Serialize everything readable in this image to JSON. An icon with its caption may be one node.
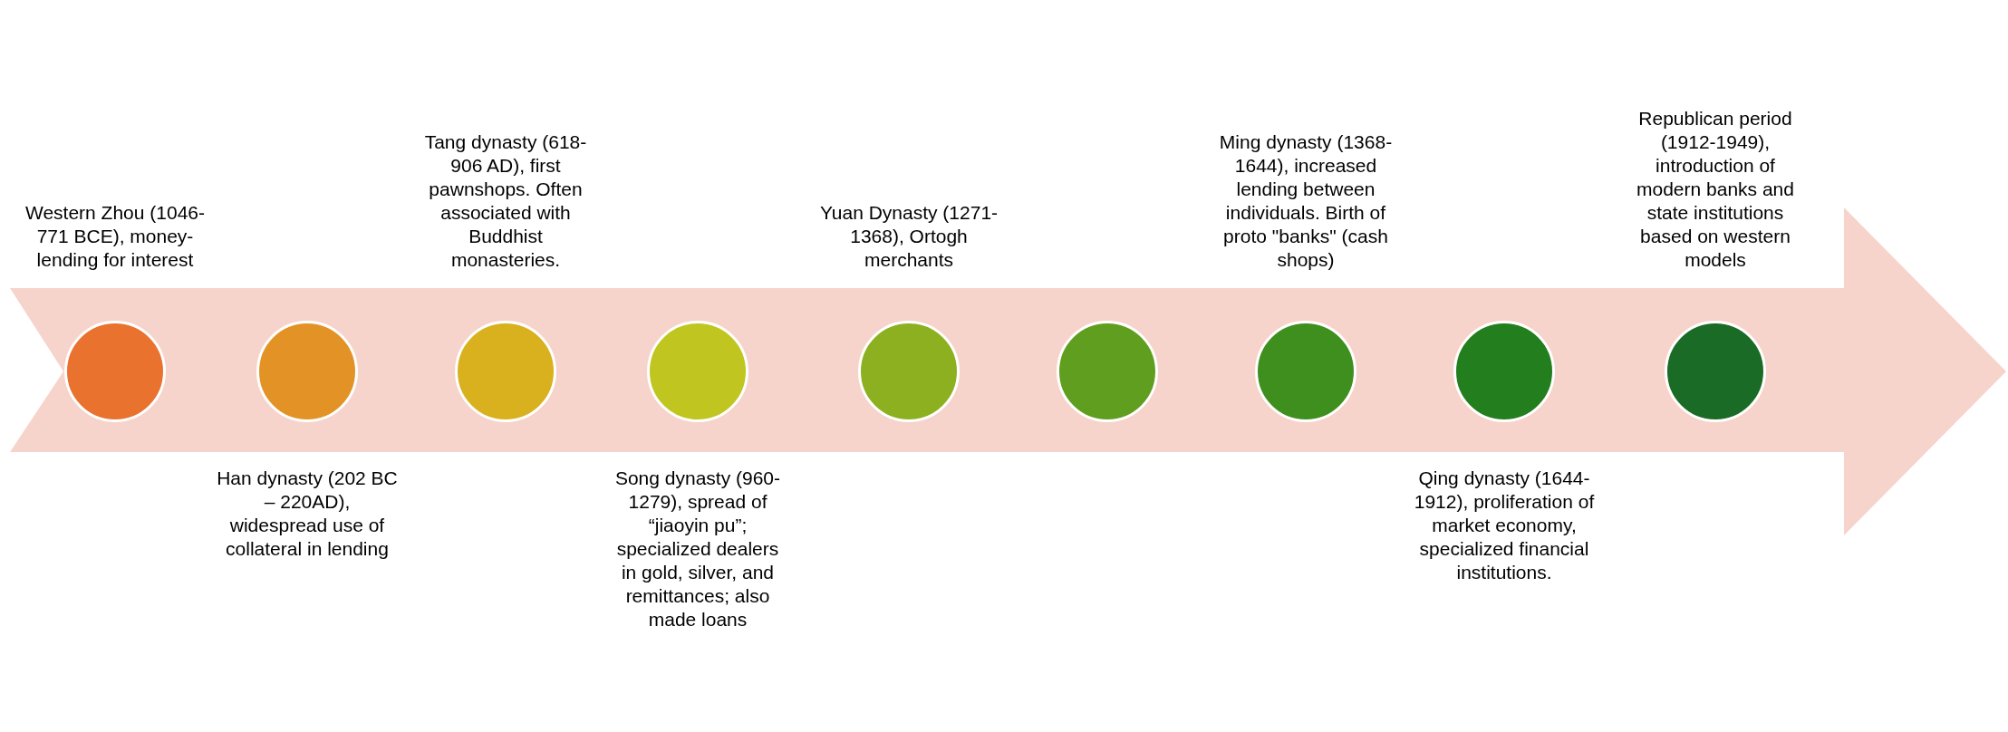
{
  "diagram": {
    "nodes": [
      {
        "text": [],
        "shape": "circle",
        "beside": [
          "Western Zhou (1046-771 BCE), money-lending for interest"
        ]
      },
      {
        "text": [],
        "shape": "circle",
        "beside": [
          "Han dynasty (202 BC – 220AD), widespread use of collateral in lending"
        ]
      },
      {
        "text": [],
        "shape": "circle",
        "beside": [
          "Tang dynasty (618-906 AD), first pawnshops. Often associated with Buddhist monasteries."
        ]
      },
      {
        "text": [],
        "shape": "circle",
        "beside": [
          "Song dynasty (960-1279), spread of “jiaoyin pu”; specialized dealers in gold, silver, and remittances; also made loans"
        ]
      },
      {
        "text": [],
        "shape": "circle",
        "beside": [
          "Yuan Dynasty (1271-1368), Ortogh merchants"
        ]
      },
      {
        "text": [],
        "shape": "circle"
      },
      {
        "text": [],
        "shape": "circle",
        "beside": [
          "Ming dynasty (1368-1644), increased lending between individuals. Birth of proto \"banks\" (cash shops)"
        ]
      },
      {
        "text": [],
        "shape": "circle",
        "beside": [
          "Qing dynasty (1644-1912), proliferation of market economy, specialized financial institutions."
        ]
      },
      {
        "text": [],
        "shape": "circle",
        "beside": [
          "Republican period (1912-1949), introduction of modern banks and state institutions based on western models"
        ]
      }
    ]
  }
}
